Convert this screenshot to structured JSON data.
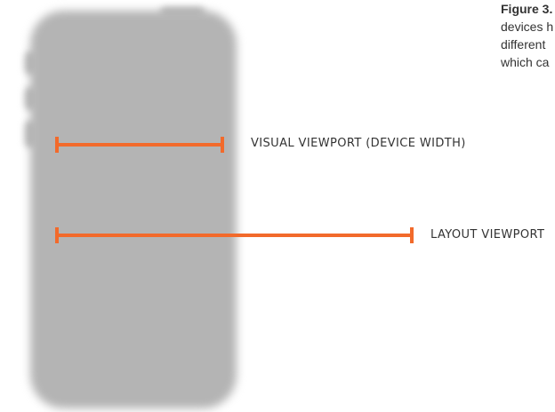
{
  "labels": {
    "visual_viewport": "VISUAL VIEWPORT (DEVICE WIDTH)",
    "layout_viewport": "LAYOUT VIEWPORT"
  },
  "caption": {
    "figure_label": "Figure 3.",
    "lines": [
      "devices h",
      "different",
      "which ca"
    ]
  },
  "colors": {
    "accent": "#f26a2b",
    "phone": "#b4b4b4",
    "text": "#333333"
  }
}
